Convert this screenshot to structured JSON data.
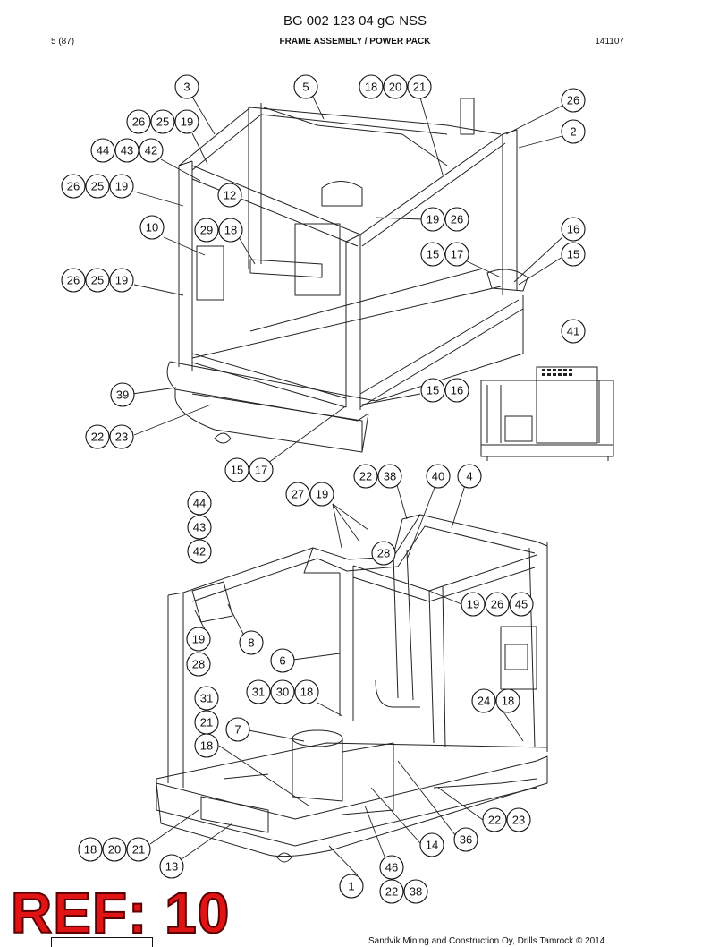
{
  "header": {
    "document_number": "BG 002 123 04 gG NSS",
    "page": "5 (87)",
    "section_title": "FRAME ASSEMBLY / POWER PACK",
    "date_code": "141107"
  },
  "stamp": {
    "text": "REF: 10"
  },
  "footer": {
    "copyright": "Sandvik Mining and Construction Oy, Drills Tamrock © 2014"
  },
  "callouts": [
    "3",
    "5",
    "18",
    "20",
    "21",
    "26",
    "2",
    "26",
    "25",
    "19",
    "44",
    "43",
    "42",
    "12",
    "26",
    "25",
    "19",
    "10",
    "29",
    "18",
    "19",
    "26",
    "16",
    "15",
    "17",
    "15",
    "26",
    "25",
    "19",
    "41",
    "39",
    "15",
    "16",
    "22",
    "23",
    "15",
    "17",
    "22",
    "38",
    "40",
    "4",
    "27",
    "19",
    "44",
    "43",
    "42",
    "28",
    "19",
    "26",
    "45",
    "19",
    "8",
    "28",
    "6",
    "31",
    "31",
    "30",
    "18",
    "21",
    "24",
    "18",
    "7",
    "18",
    "22",
    "23",
    "36",
    "14",
    "18",
    "20",
    "21",
    "13",
    "46",
    "1",
    "22",
    "38"
  ]
}
